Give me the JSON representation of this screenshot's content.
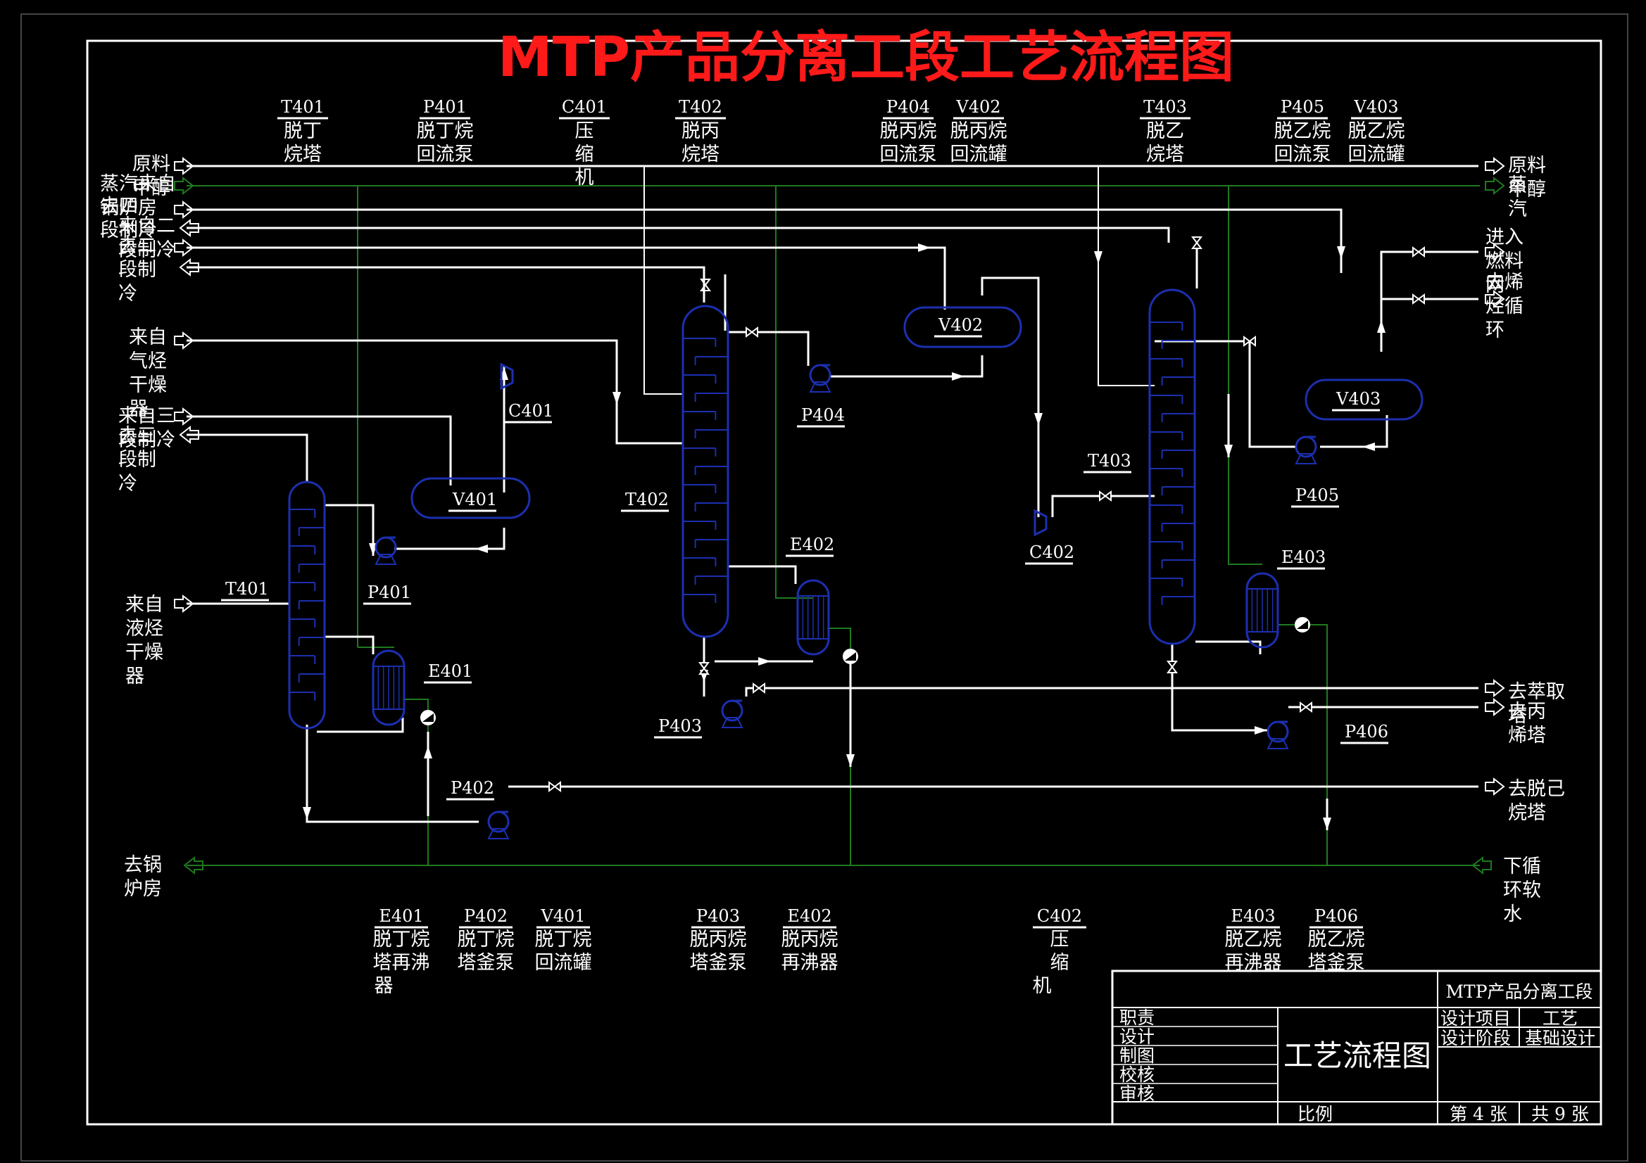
{
  "title": "MTP产品分离工段工艺流程图",
  "colors": {
    "background": "#000000",
    "title": "#ff1a1a",
    "process_line": "#ffffff",
    "utility_line": "#1f7a1f",
    "equipment": "#1c2fb0",
    "text": "#ffffff"
  },
  "top_labels": [
    {
      "tag": "T401",
      "name": [
        "脱丁",
        "烷塔"
      ]
    },
    {
      "tag": "P401",
      "name": [
        "脱丁烷",
        "回流泵"
      ]
    },
    {
      "tag": "C401",
      "name": [
        "压",
        "缩",
        "机"
      ]
    },
    {
      "tag": "T402",
      "name": [
        "脱丙",
        "烷塔"
      ]
    },
    {
      "tag": "P404",
      "name": [
        "脱丙烷",
        "回流泵"
      ]
    },
    {
      "tag": "V402",
      "name": [
        "脱丙烷",
        "回流罐"
      ]
    },
    {
      "tag": "T403",
      "name": [
        "脱乙",
        "烷塔"
      ]
    },
    {
      "tag": "P405",
      "name": [
        "脱乙烷",
        "回流泵"
      ]
    },
    {
      "tag": "V403",
      "name": [
        "脱乙烷",
        "回流罐"
      ]
    }
  ],
  "bottom_labels": [
    {
      "tag": "E401",
      "name": [
        "脱丁烷",
        "塔再沸",
        "器"
      ]
    },
    {
      "tag": "P402",
      "name": [
        "脱丁烷",
        "塔釜泵"
      ]
    },
    {
      "tag": "V401",
      "name": [
        "脱丁烷",
        "回流罐"
      ]
    },
    {
      "tag": "P403",
      "name": [
        "脱丙烷",
        "塔釜泵"
      ]
    },
    {
      "tag": "E402",
      "name": [
        "脱丙烷",
        "再沸器"
      ]
    },
    {
      "tag": "C402",
      "name": [
        "压",
        "缩",
        "机"
      ]
    },
    {
      "tag": "E403",
      "name": [
        "脱乙烷",
        "再沸器"
      ]
    },
    {
      "tag": "P406",
      "name": [
        "脱乙烷",
        "塔釜泵"
      ]
    }
  ],
  "left_streams": [
    [
      "原料",
      "甲醇"
    ],
    [
      "蒸汽来自",
      "锅炉房"
    ],
    [
      "去四",
      "段制冷"
    ],
    [
      "来自二",
      "段制冷"
    ],
    [
      "去二",
      "段制",
      "冷"
    ],
    [
      "来自",
      "气烃",
      "干燥",
      "器"
    ],
    [
      "来自三",
      "段制冷"
    ],
    [
      "去三",
      "段制",
      "冷"
    ],
    [
      "来自",
      "液烃",
      "干燥",
      "器"
    ],
    [
      "去锅",
      "炉房"
    ]
  ],
  "right_streams": [
    [
      "原料",
      "甲醇"
    ],
    [
      "蒸",
      "汽"
    ],
    [
      "进入",
      "燃料",
      "网"
    ],
    [
      "去烯",
      "烃循",
      "环"
    ],
    [
      "去萃取",
      "塔"
    ],
    [
      "去丙",
      "烯塔"
    ],
    [
      "去脱己",
      "烷塔"
    ],
    [
      "下循",
      "环软",
      "水"
    ]
  ],
  "equipment_tags": [
    "T401",
    "P401",
    "V401",
    "C401",
    "E401",
    "P402",
    "T402",
    "P403",
    "E402",
    "P404",
    "V402",
    "C402",
    "T403",
    "V403",
    "P405",
    "E403",
    "P406"
  ],
  "title_block": {
    "project": "MTP产品分离工段",
    "drawing": "工艺流程图",
    "roles": [
      "职责",
      "设计",
      "制图",
      "校核",
      "审核"
    ],
    "design_item_label": "设计项目",
    "design_item_value": "工艺",
    "design_stage_label": "设计阶段",
    "design_stage_value": "基础设计",
    "scale_label": "比例",
    "sheet": "第 4 张",
    "total": "共 9 张"
  }
}
